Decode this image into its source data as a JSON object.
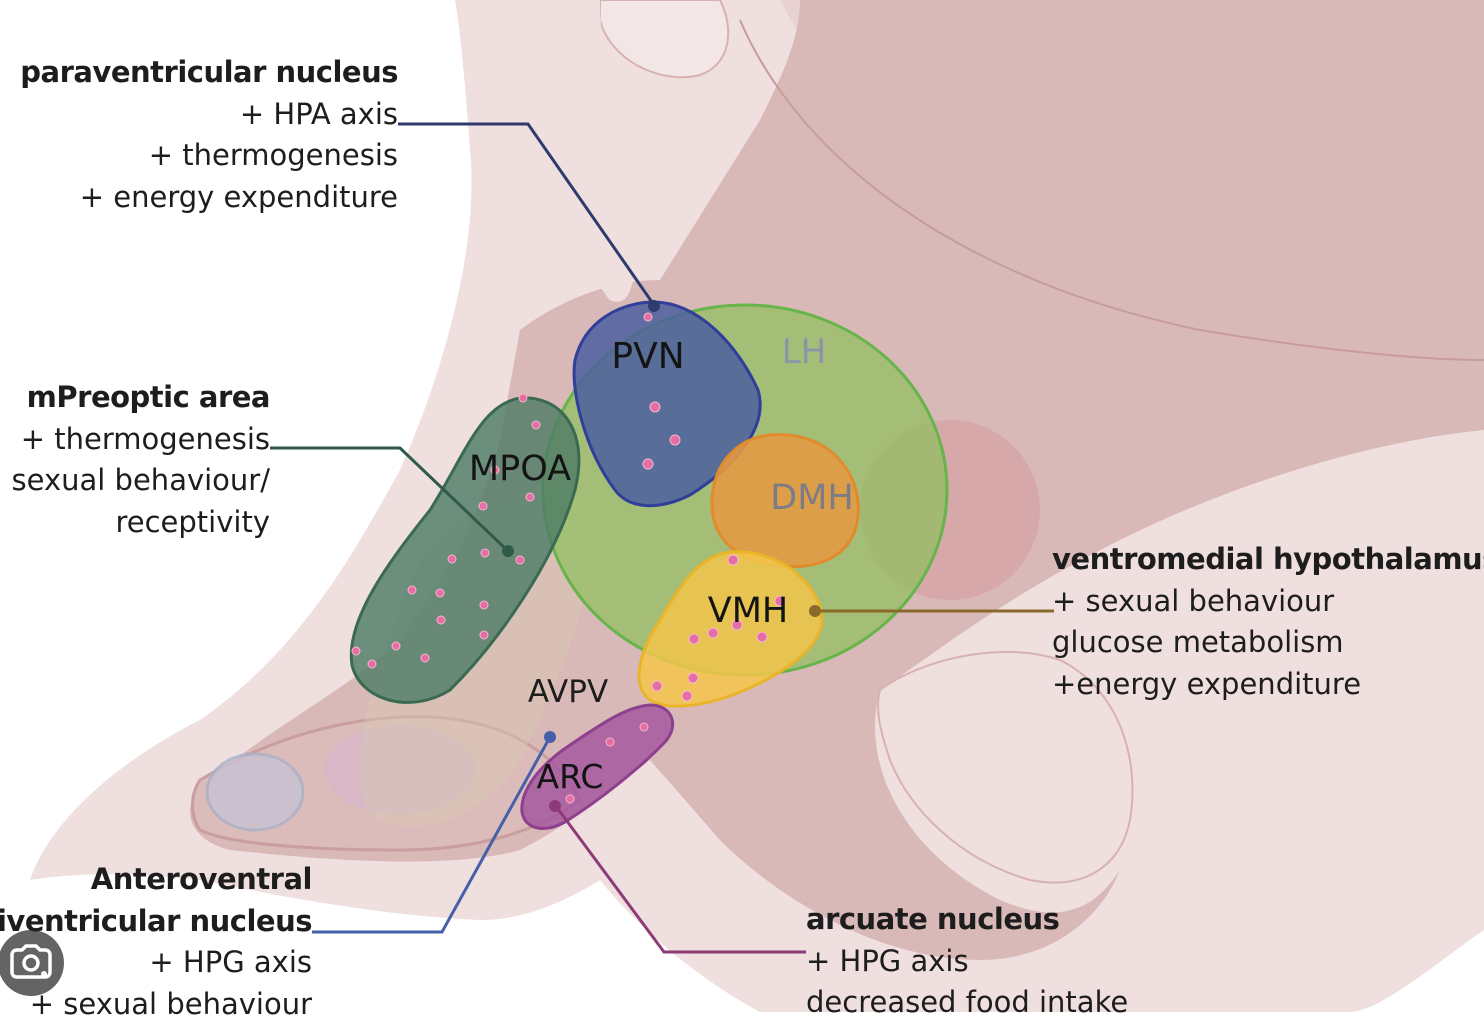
{
  "regions": {
    "pvn": "PVN",
    "lh": "LH",
    "mpoa": "MPOA",
    "dmh": "DMH",
    "vmh": "VMH",
    "avpv": "AVPV",
    "arc": "ARC"
  },
  "annotations": {
    "paraventricular": {
      "title": "paraventricular nucleus",
      "lines": [
        "+ HPA axis",
        "+ thermogenesis",
        "+ energy expenditure"
      ]
    },
    "mpreoptic": {
      "title": "mPreoptic area",
      "lines": [
        "+ thermogenesis",
        "sexual behaviour/",
        "receptivity"
      ]
    },
    "ventromedial": {
      "title": "ventromedial hypothalamus",
      "lines": [
        "+ sexual behaviour",
        "glucose metabolism",
        "+energy expenditure"
      ]
    },
    "anteroventral": {
      "title_1": "Anteroventral",
      "title_2": "periventricular nucleus",
      "lines": [
        "+ HPG axis",
        "+ sexual behaviour"
      ]
    },
    "arcuate": {
      "title": "arcuate nucleus",
      "lines": [
        "+ HPG axis",
        "decreased food intake"
      ]
    }
  },
  "colors": {
    "tissue_dark": "#d4b4b3",
    "tissue_light": "#efe0df",
    "pvn": "#4b5f9e",
    "lh": "#8fbf5e",
    "mpoa": "#4f7d66",
    "dmh": "#e39a45",
    "vmh": "#f3c64a",
    "arc": "#a5589e"
  },
  "icons": {
    "lens": "google-lens-icon"
  }
}
